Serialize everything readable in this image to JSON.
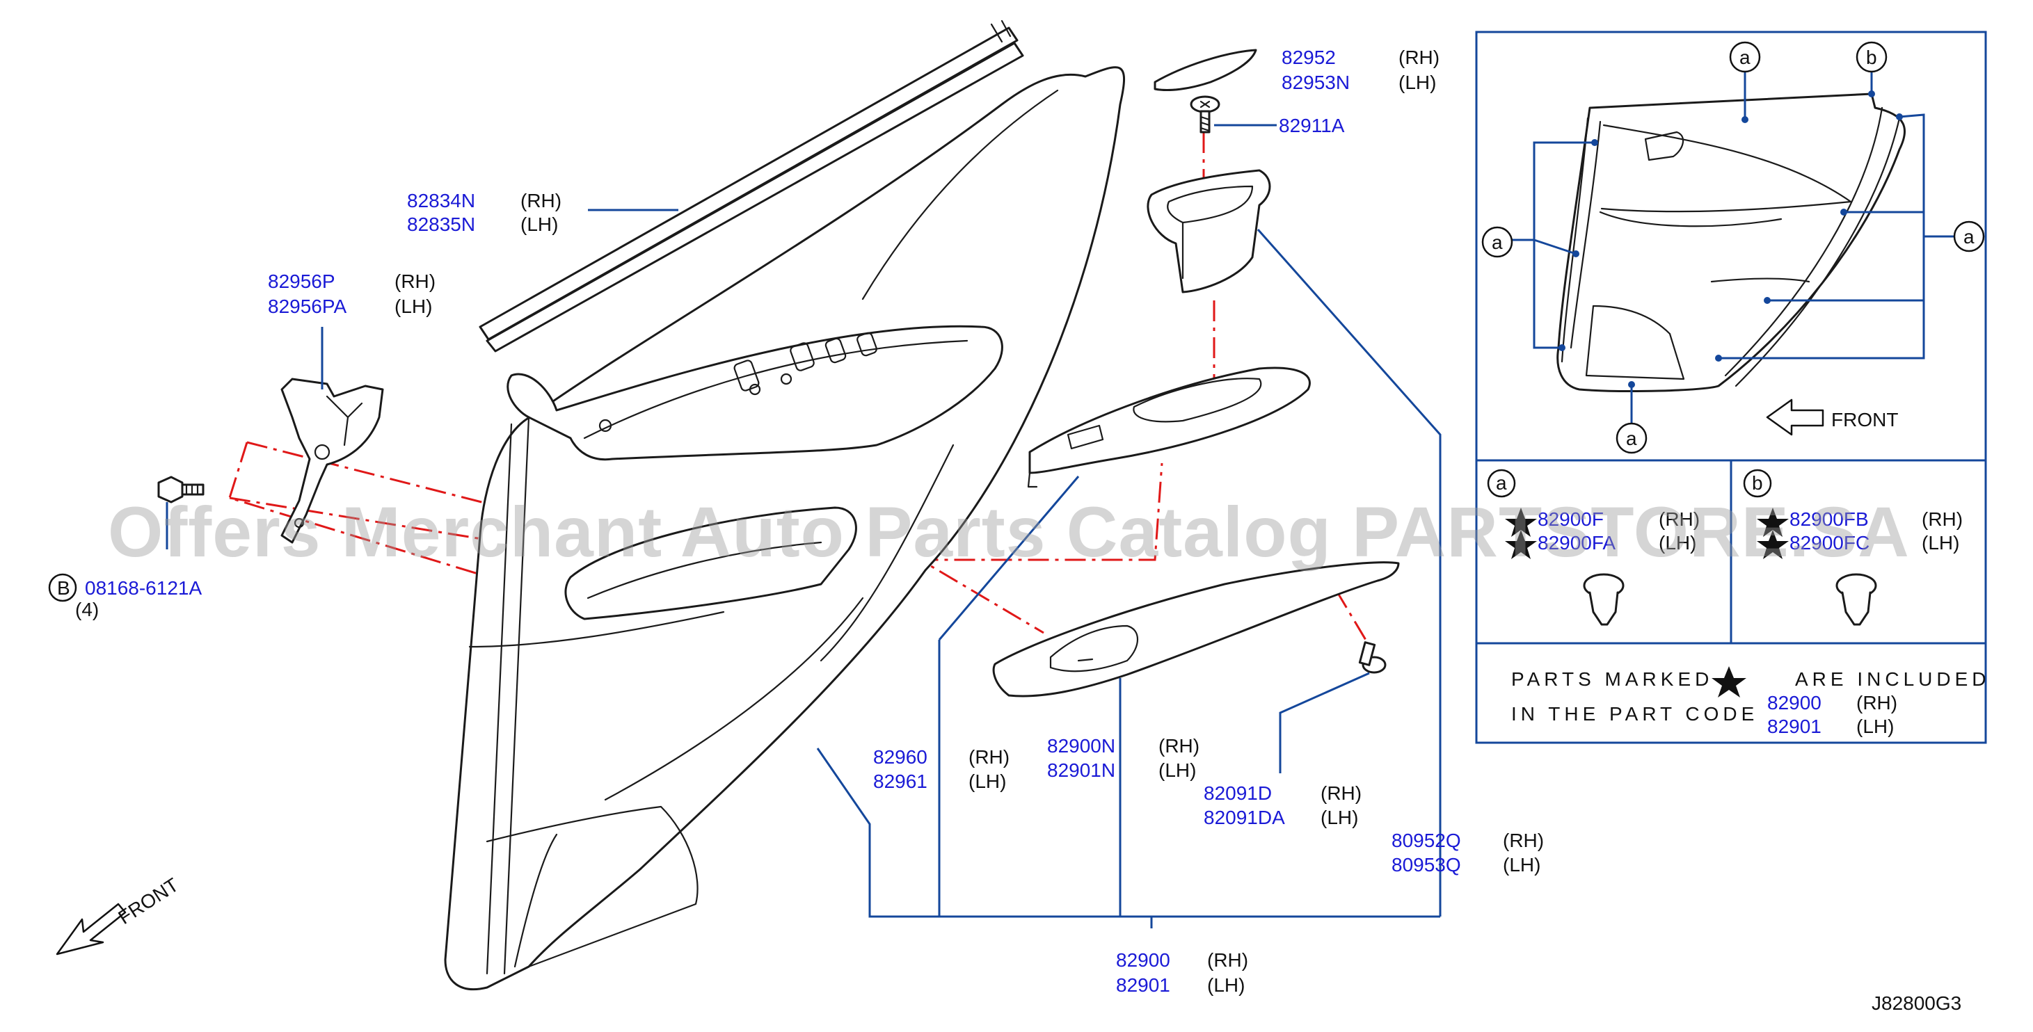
{
  "callouts": {
    "weatherstrip": {
      "code_rh": "82834N",
      "code_lh": "82835N",
      "side_rh": "(RH)",
      "side_lh": "(LH)"
    },
    "bracket": {
      "code_rh": "82956P",
      "code_lh": "82956PA",
      "side_rh": "(RH)",
      "side_lh": "(LH)"
    },
    "bolt": {
      "badge": "B",
      "code": "08168-6121A",
      "qty": "(4)"
    },
    "finisher_cap": {
      "code_rh": "82952",
      "code_lh": "82953N",
      "side_rh": "(RH)",
      "side_lh": "(LH)"
    },
    "screw_top": {
      "code": "82911A"
    },
    "armrest_finisher": {
      "code_rh": "82960",
      "code_lh": "82961",
      "side_rh": "(RH)",
      "side_lh": "(LH)"
    },
    "armrest": {
      "code_rh": "82900N",
      "code_lh": "82901N",
      "side_rh": "(RH)",
      "side_lh": "(LH)"
    },
    "screw_side": {
      "code_rh": "82091D",
      "code_lh": "82091DA",
      "side_rh": "(RH)",
      "side_lh": "(LH)"
    },
    "pull_handle": {
      "code_rh": "80952Q",
      "code_lh": "80953Q",
      "side_rh": "(RH)",
      "side_lh": "(LH)"
    },
    "trim_assembly": {
      "code_rh": "82900",
      "code_lh": "82901",
      "side_rh": "(RH)",
      "side_lh": "(LH)"
    }
  },
  "front_label": "FRONT",
  "diagram_code": "J82800G3",
  "watermark": "Offers Merchant Auto Parts Catalog PARTSTORE.SA",
  "inset": {
    "marker_a": "a",
    "marker_b": "b",
    "front_label": "FRONT",
    "clip_a": {
      "code_rh": "82900F",
      "code_lh": "82900FA",
      "side_rh": "(RH)",
      "side_lh": "(LH)"
    },
    "clip_b": {
      "code_rh": "82900FB",
      "code_lh": "82900FC",
      "side_rh": "(RH)",
      "side_lh": "(LH)"
    },
    "note": {
      "line1_a": "PARTS MARKED",
      "line1_b": "ARE INCLUDED",
      "line2": "IN THE PART CODE",
      "code_rh": "82900",
      "code_lh": "82901",
      "side_rh": "(RH)",
      "side_lh": "(LH)"
    }
  }
}
